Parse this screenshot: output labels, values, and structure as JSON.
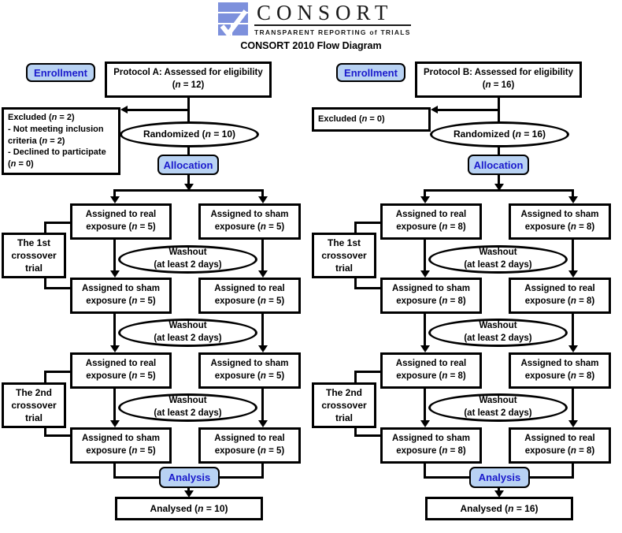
{
  "header": {
    "logo": {
      "brand": "CONSORT",
      "tagline": "TRANSPARENT REPORTING of TRIALS",
      "icon": "consort-checkmark-logo",
      "icon_color": "#7d90dc"
    },
    "title": "CONSORT 2010 Flow Diagram"
  },
  "colors": {
    "badge_bg": "#b8d2f3",
    "badge_text": "#1a1acc",
    "line": "#000000",
    "box_bg": "#ffffff"
  },
  "diagrams": [
    {
      "name": "Protocol A",
      "enrollment_badge": "Enrollment",
      "eligibility_lines": [
        "Protocol A: Assessed for eligibility",
        "(*n* = 12)"
      ],
      "excluded_lines": [
        "Excluded (*n* = 2)",
        "- Not meeting inclusion criteria (*n* = 2)",
        "- Declined to participate (*n* = 0)"
      ],
      "randomized": "Randomized (*n* = 10)",
      "allocation_badge": "Allocation",
      "crossover1_lines": [
        "The 1st",
        "crossover",
        "trial"
      ],
      "crossover2_lines": [
        "The 2nd",
        "crossover",
        "trial"
      ],
      "washout_lines": [
        "Washout",
        "(at least 2 days)"
      ],
      "rows": [
        {
          "left": [
            "Assigned to real",
            "exposure (*n* = 5)"
          ],
          "right": [
            "Assigned to sham",
            "exposure (*n* = 5)"
          ]
        },
        {
          "left": [
            "Assigned to sham",
            "exposure (*n* = 5)"
          ],
          "right": [
            "Assigned to real",
            "exposure (*n* = 5)"
          ]
        },
        {
          "left": [
            "Assigned to real",
            "exposure (*n* = 5)"
          ],
          "right": [
            "Assigned to sham",
            "exposure (*n* = 5)"
          ]
        },
        {
          "left": [
            "Assigned to sham",
            "exposure (*n* = 5)"
          ],
          "right": [
            "Assigned to real",
            "exposure (*n* = 5)"
          ]
        }
      ],
      "analysis_badge": "Analysis",
      "analysed": "Analysed (*n* = 10)"
    },
    {
      "name": "Protocol B",
      "enrollment_badge": "Enrollment",
      "eligibility_lines": [
        "Protocol B: Assessed for eligibility",
        "(*n* = 16)"
      ],
      "excluded_lines": [
        "Excluded (*n* = 0)"
      ],
      "randomized": "Randomized (*n* = 16)",
      "allocation_badge": "Allocation",
      "crossover1_lines": [
        "The 1st",
        "crossover",
        "trial"
      ],
      "crossover2_lines": [
        "The 2nd",
        "crossover",
        "trial"
      ],
      "washout_lines": [
        "Washout",
        "(at least 2 days)"
      ],
      "rows": [
        {
          "left": [
            "Assigned to real",
            "exposure (*n* = 8)"
          ],
          "right": [
            "Assigned to sham",
            "exposure (*n* = 8)"
          ]
        },
        {
          "left": [
            "Assigned to sham",
            "exposure (*n* = 8)"
          ],
          "right": [
            "Assigned to real",
            "exposure (*n* = 8)"
          ]
        },
        {
          "left": [
            "Assigned to real",
            "exposure (*n* = 8)"
          ],
          "right": [
            "Assigned to sham",
            "exposure (*n* = 8)"
          ]
        },
        {
          "left": [
            "Assigned to sham",
            "exposure (*n* = 8)"
          ],
          "right": [
            "Assigned to real",
            "exposure (*n* = 8)"
          ]
        }
      ],
      "analysis_badge": "Analysis",
      "analysed": "Analysed (*n* = 16)"
    }
  ]
}
